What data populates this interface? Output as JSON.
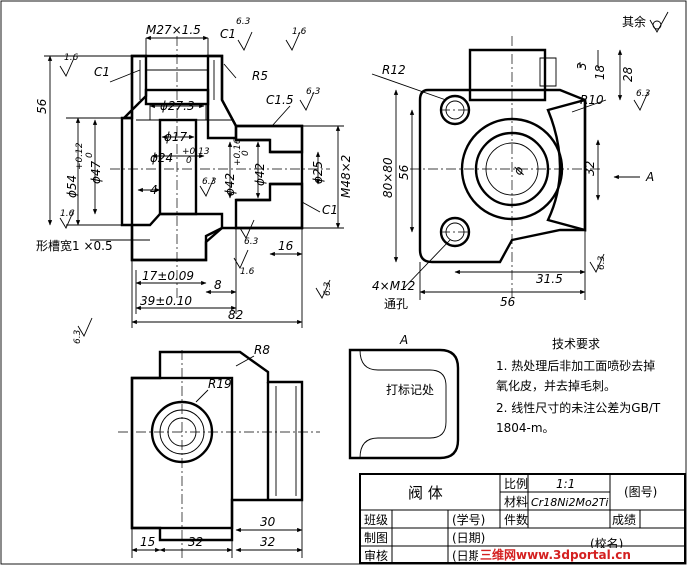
{
  "surface_note": "其余",
  "front_view": {
    "dims": {
      "thread_top": "M27×1.5",
      "chamfer_top": "C1",
      "rough_top": "6.3",
      "rough_left": "1.6",
      "rough_right_top": "1.6",
      "chamfer_left": "C1",
      "fillet": "R5",
      "chamfer_mid": "C1.5",
      "rough_mid": "6.3",
      "d273": "ϕ27.3",
      "d17": "ϕ17",
      "d24": "ϕ24",
      "d24_tol_up": "+0.13",
      "d24_tol_low": "0",
      "d54": "ϕ54",
      "d54_tol_up": "+0.12",
      "d54_tol_low": "0",
      "d47": "ϕ47",
      "d42": "ϕ42",
      "d42_tol_up": "+0.16",
      "d42_tol_low": "0",
      "d42b": "ϕ42",
      "d25": "ϕ25",
      "m48": "M48×2",
      "chamfer_right": "C1",
      "height_56": "56",
      "dim_4": "4",
      "rough_lower_left": "1.6",
      "rough_lower_mid": "6.3",
      "rough_lower_mid2": "6.3",
      "rough_lower_1_6": "1.6",
      "groove_label": "形槽宽1 ×0.5",
      "dim_16": "16",
      "dim_17": "17±0.09",
      "dim_8": "8",
      "dim_39": "39±0.10",
      "dim_82": "82",
      "rough_lower_right": "6.3",
      "rough_bottom_left": "6.3"
    }
  },
  "side_view": {
    "dims": {
      "r12": "R12",
      "r10": "R10",
      "dim_3": "3",
      "dim_18": "18",
      "dim_28": "28",
      "rough_right": "6.3",
      "d_phi": "ϕ",
      "view_arrow": "A",
      "dim_80x80": "80×80",
      "dim_56v": "56",
      "dim_32v": "32",
      "holes": "4×M12",
      "holes_sub": "通孔",
      "dim_315": "31.5",
      "dim_56h": "56",
      "rough_bottom": "6.3"
    }
  },
  "top_view": {
    "dims": {
      "r8": "R8",
      "r19": "R19",
      "dim_15": "15",
      "dim_32a": "32",
      "dim_30": "30",
      "dim_32b": "32"
    }
  },
  "aux_view": {
    "label": "A",
    "note": "打标记处"
  },
  "requirements": {
    "title": "技术要求",
    "lines": [
      "1. 热处理后非加工面喷砂去掉",
      "   氧化皮，并去掉毛刺。",
      "2. 线性尺寸的未注公差为GB/T",
      "   1804-m。"
    ]
  },
  "title_block": {
    "part_name": "阀  体",
    "scale_label": "比例",
    "scale_value": "1:1",
    "material_label": "材料",
    "material_value": "Cr18Ni2Mo2Ti",
    "drawing_no": "(图号)",
    "class_label": "班级",
    "student_no": "(学号)",
    "pieces_label": "件数",
    "score_label": "成绩",
    "drawn_label": "制图",
    "date1": "(日期)",
    "check_label": "审核",
    "date2": "(日期)",
    "school": "(校名)"
  },
  "watermark": "三维网www.3dportal.cn"
}
